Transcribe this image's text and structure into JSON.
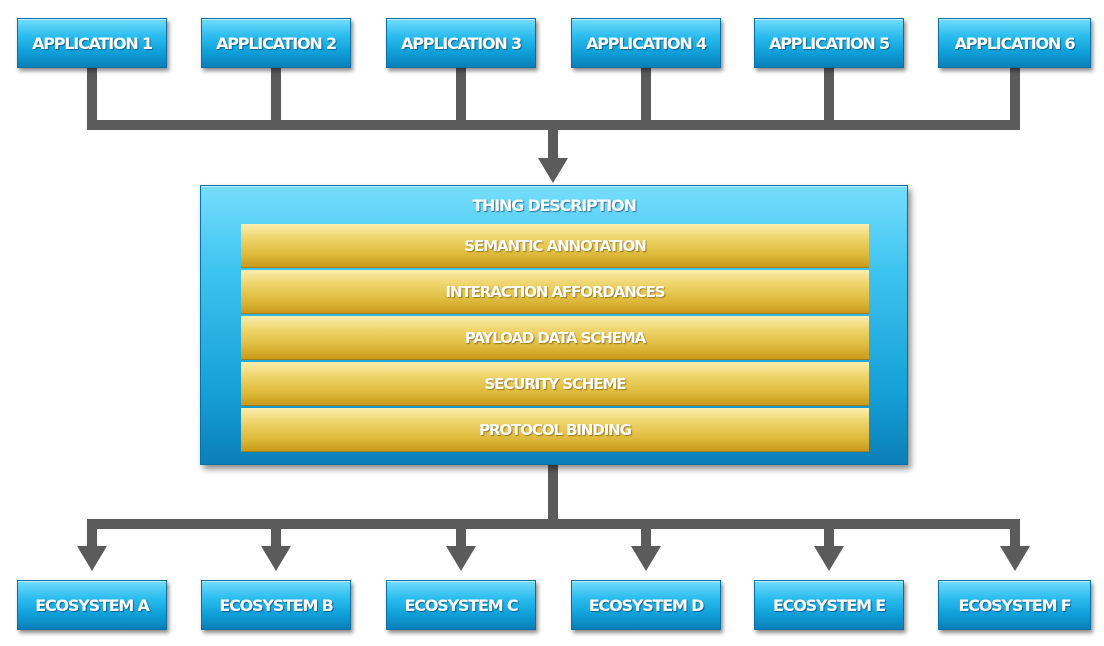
{
  "applications": [
    {
      "label": "APPLICATION 1"
    },
    {
      "label": "APPLICATION 2"
    },
    {
      "label": "APPLICATION 3"
    },
    {
      "label": "APPLICATION 4"
    },
    {
      "label": "APPLICATION 5"
    },
    {
      "label": "APPLICATION 6"
    }
  ],
  "thing_description": {
    "title": "THING DESCRIPTION",
    "layers": [
      {
        "label": "SEMANTIC ANNOTATION"
      },
      {
        "label": "INTERACTION AFFORDANCES"
      },
      {
        "label": "PAYLOAD DATA SCHEMA"
      },
      {
        "label": "SECURITY SCHEME"
      },
      {
        "label": "PROTOCOL BINDING"
      }
    ]
  },
  "ecosystems": [
    {
      "label": "ECOSYSTEM A"
    },
    {
      "label": "ECOSYSTEM B"
    },
    {
      "label": "ECOSYSTEM C"
    },
    {
      "label": "ECOSYSTEM D"
    },
    {
      "label": "ECOSYSTEM E"
    },
    {
      "label": "ECOSYSTEM F"
    }
  ],
  "colors": {
    "connector": "#5b5b5b",
    "box_blue": "#1aa9e0",
    "layer_gold": "#e0bd40"
  }
}
